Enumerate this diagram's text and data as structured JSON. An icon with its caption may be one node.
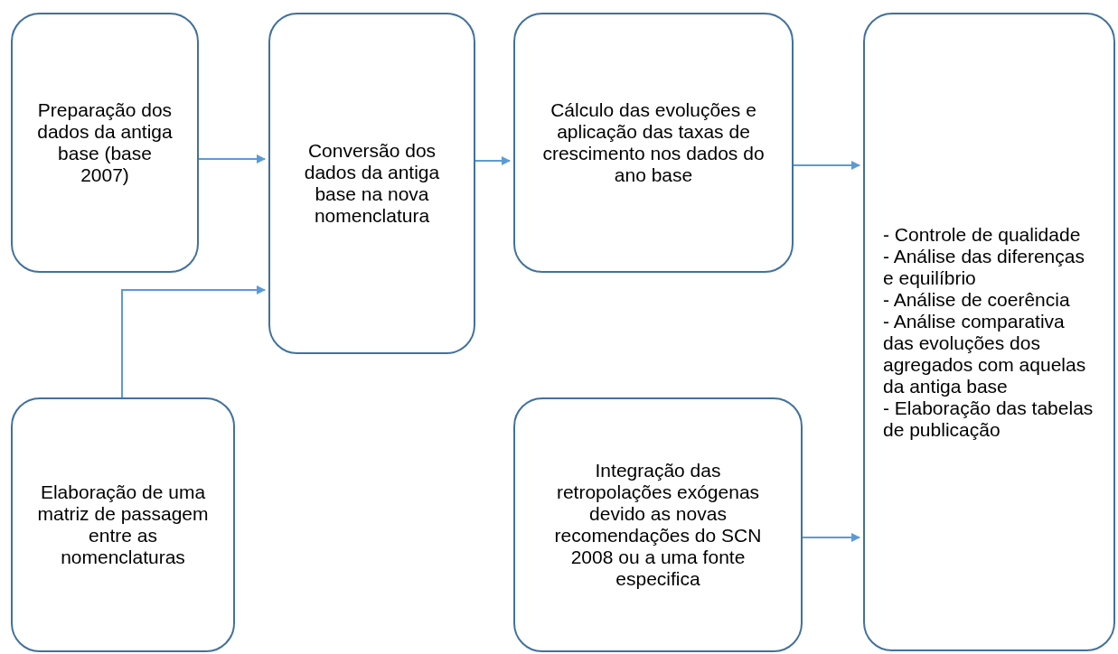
{
  "diagram": {
    "nodes": [
      {
        "text": [
          "Preparação dos dados da antiga base (base 2007)"
        ]
      },
      {
        "text": [
          "Conversão dos dados da antiga base na nova nomenclatura"
        ]
      },
      {
        "text": [
          "Cálculo das evoluções e aplicação das taxas de crescimento nos dados do ano base"
        ]
      },
      {
        "text": [
          "- Controle de qualidade",
          "- Análise das diferenças e equilíbrio",
          "- Análise de coerência",
          "- Análise comparativa das evoluções dos agregados com aquelas da antiga base",
          "- Elaboração das tabelas de publicação"
        ]
      },
      {
        "text": [
          "Elaboração de uma matriz de passagem entre as nomenclaturas"
        ]
      },
      {
        "text": [
          "Integração das retropolações exógenas devido as novas recomendações do SCN 2008 ou a uma fonte especifica"
        ]
      }
    ],
    "edges": [
      {
        "from": 0,
        "to": 1,
        "arrow": "to"
      },
      {
        "from": 4,
        "to": 1,
        "arrow": "to"
      },
      {
        "from": 1,
        "to": 2,
        "arrow": "to"
      },
      {
        "from": 2,
        "to": 3,
        "arrow": "to"
      },
      {
        "from": 5,
        "to": 3,
        "arrow": "to"
      }
    ]
  }
}
